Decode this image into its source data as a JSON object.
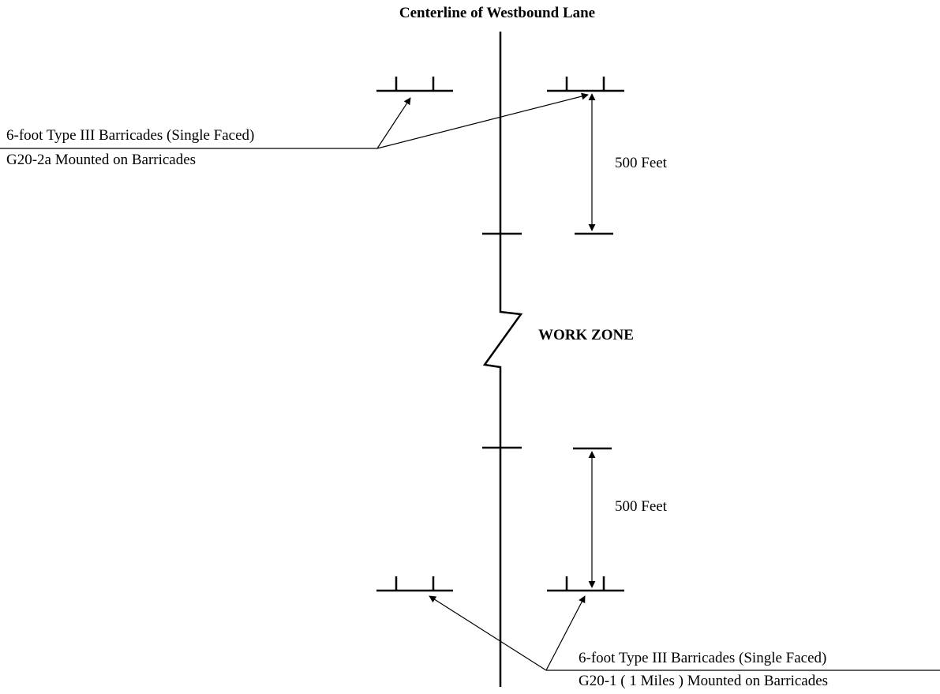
{
  "title": "Centerline of Westbound Lane",
  "top_callout": {
    "line1": "6-foot  Type III Barricades (Single Faced)",
    "line2": "G20-2a Mounted on Barricades"
  },
  "upper_dimension": "500 Feet",
  "work_zone_label": "WORK ZONE",
  "lower_dimension": "500 Feet",
  "bottom_callout": {
    "line1": "6-foot  Type III Barricades (Single Faced)",
    "line2": "G20-1 ( 1 Miles ) Mounted on Barricades"
  },
  "colors": {
    "line": "#000000",
    "background": "#ffffff"
  }
}
